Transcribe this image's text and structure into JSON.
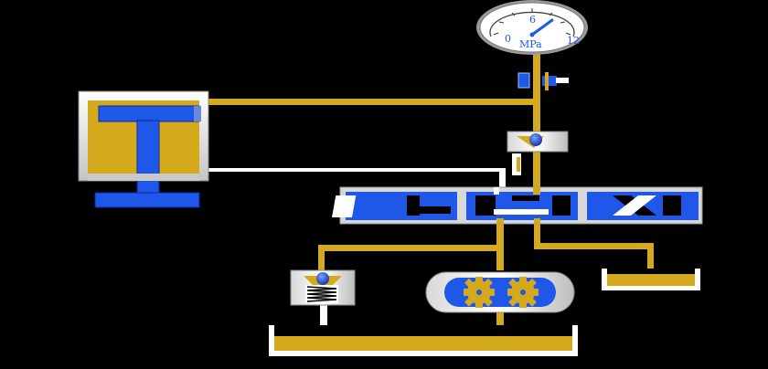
{
  "gauge": {
    "scale": {
      "min": "0",
      "mid": "6",
      "max": "12"
    },
    "unit": "MPa"
  },
  "colors": {
    "background": "#000000",
    "oil": "#d4aa1c",
    "piston_blue": "#1f57e8",
    "metal_light": "#f0f0f0",
    "metal_dark": "#b8b8b8",
    "return_line": "#ffffff"
  },
  "components": [
    "pressure-gauge",
    "gauge-shutoff-valve",
    "hydraulic-cylinder",
    "check-valve",
    "directional-control-valve",
    "relief-valve",
    "gear-pump",
    "oil-tank-main",
    "oil-tank-small"
  ]
}
